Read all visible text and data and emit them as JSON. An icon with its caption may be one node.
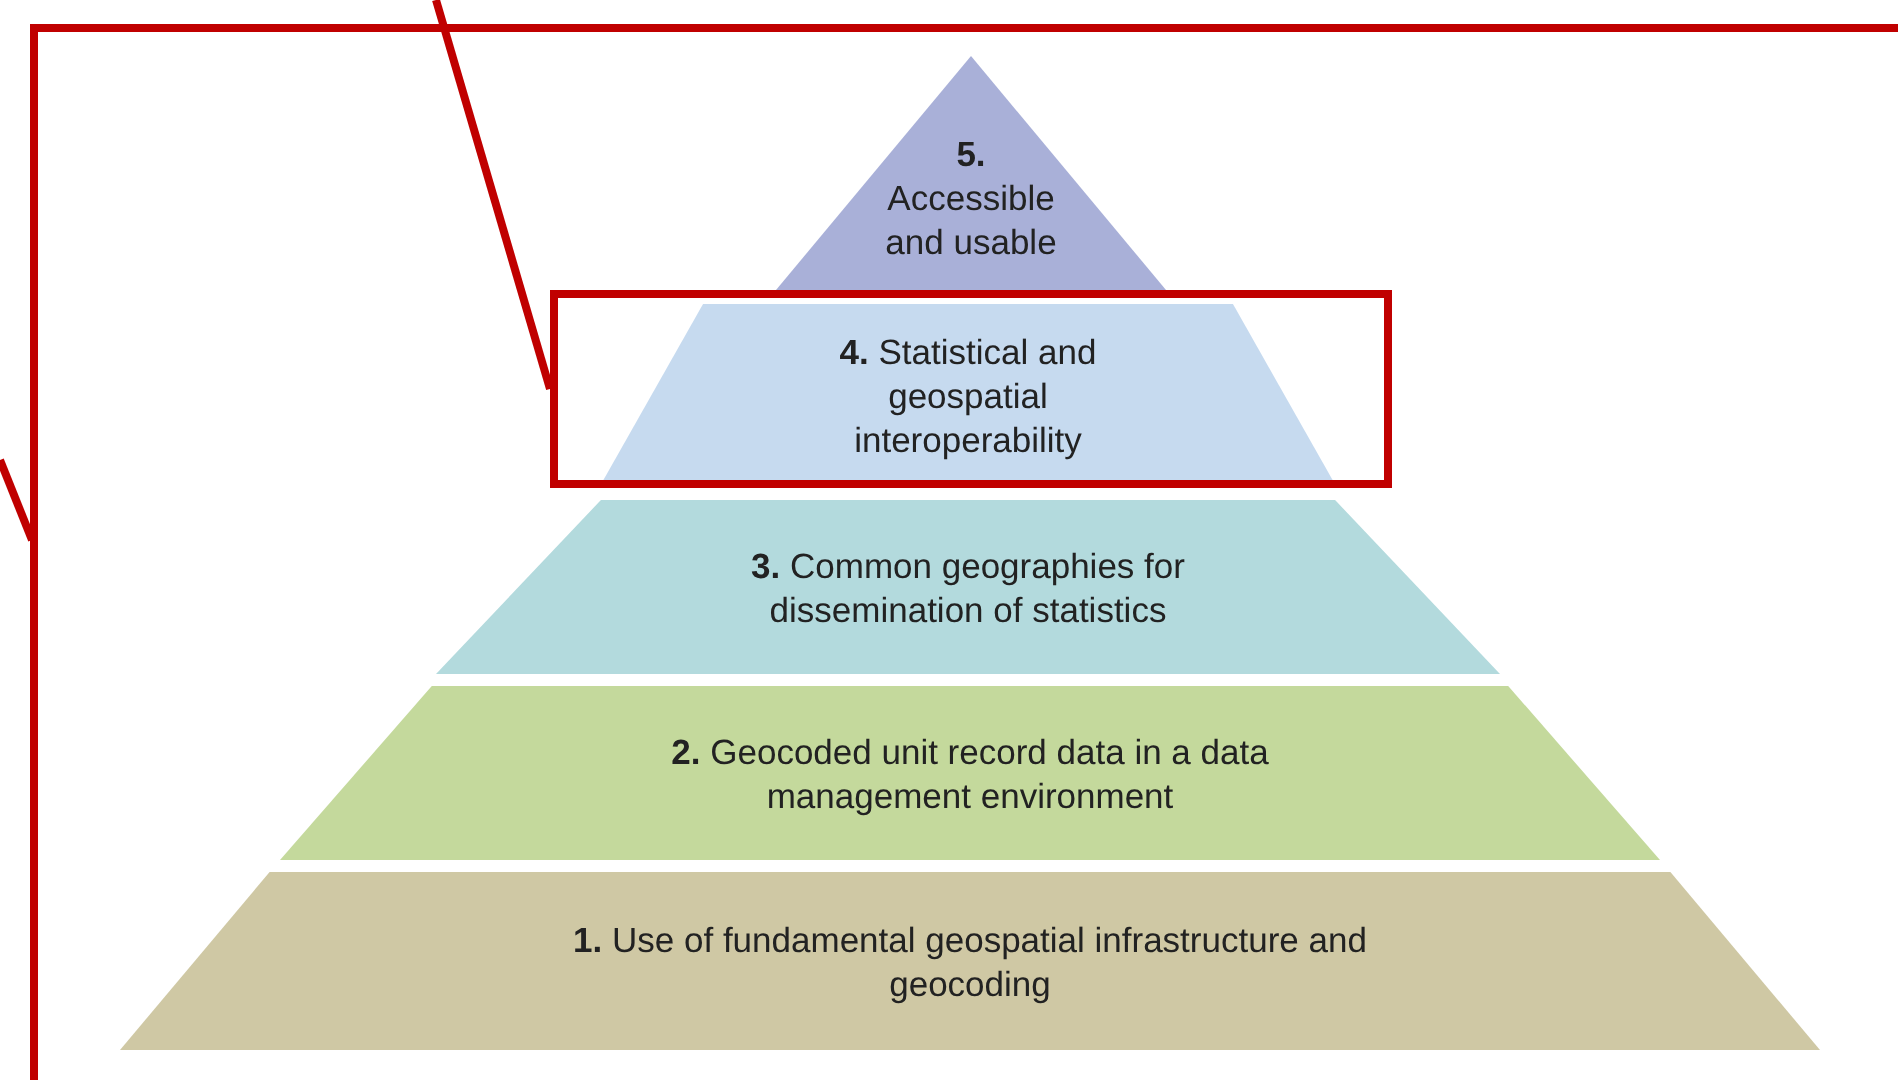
{
  "diagram": {
    "nodes": [
      {
        "text": [
          "**5.** Accessible and usable"
        ]
      },
      {
        "text": [],
        "shape": "box"
      },
      {
        "text": [
          "**4.** Statistical and geospatial interoperability"
        ],
        "in": 1
      },
      {
        "text": [
          "**3.** Common geographies for dissemination of statistics"
        ]
      },
      {
        "text": [
          "**2.** Geocoded unit record data in a data management environment"
        ]
      },
      {
        "text": [
          "**1.** Use of fundamental geospatial infrastructure and geocoding"
        ]
      }
    ],
    "edges": [
      {
        "from": null,
        "to": 1,
        "arrow": "none"
      }
    ]
  }
}
